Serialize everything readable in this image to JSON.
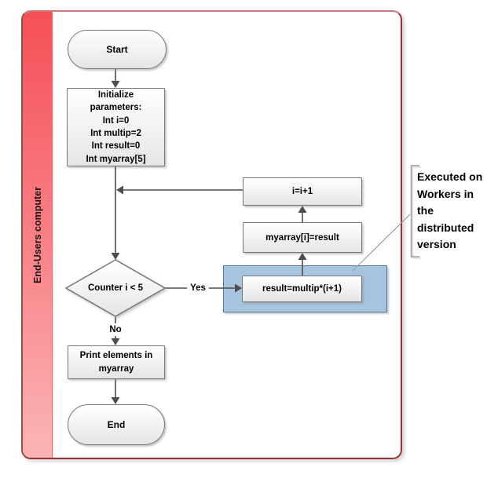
{
  "lane": {
    "title": "End-Users computer"
  },
  "nodes": {
    "start": {
      "label": "Start"
    },
    "init": {
      "lines": [
        "Initialize",
        "parameters:",
        "Int i=0",
        "Int multip=2",
        "Int result=0",
        "Int myarray[5]"
      ]
    },
    "increment": {
      "label": "i=i+1"
    },
    "assign": {
      "label": "myarray[i]=result"
    },
    "compute": {
      "label": "result=multip*(i+1)"
    },
    "decision": {
      "label": "Counter i < 5"
    },
    "print": {
      "lines": [
        "Print elements in",
        "myarray"
      ]
    },
    "end": {
      "label": "End"
    }
  },
  "edges": {
    "yes_label": "Yes",
    "no_label": "No"
  },
  "annotation": {
    "lines": [
      "Executed on",
      "Workers in",
      "the",
      "distributed",
      "version"
    ]
  },
  "colors": {
    "lane_red_top": "#f5505a",
    "lane_red_bottom": "#fbb5b7",
    "frame_border": "#9e3432",
    "highlight_fill": "#a7c4df",
    "highlight_border": "#54789c",
    "connector": "#4d4d4d",
    "shape_border": "#767676"
  }
}
